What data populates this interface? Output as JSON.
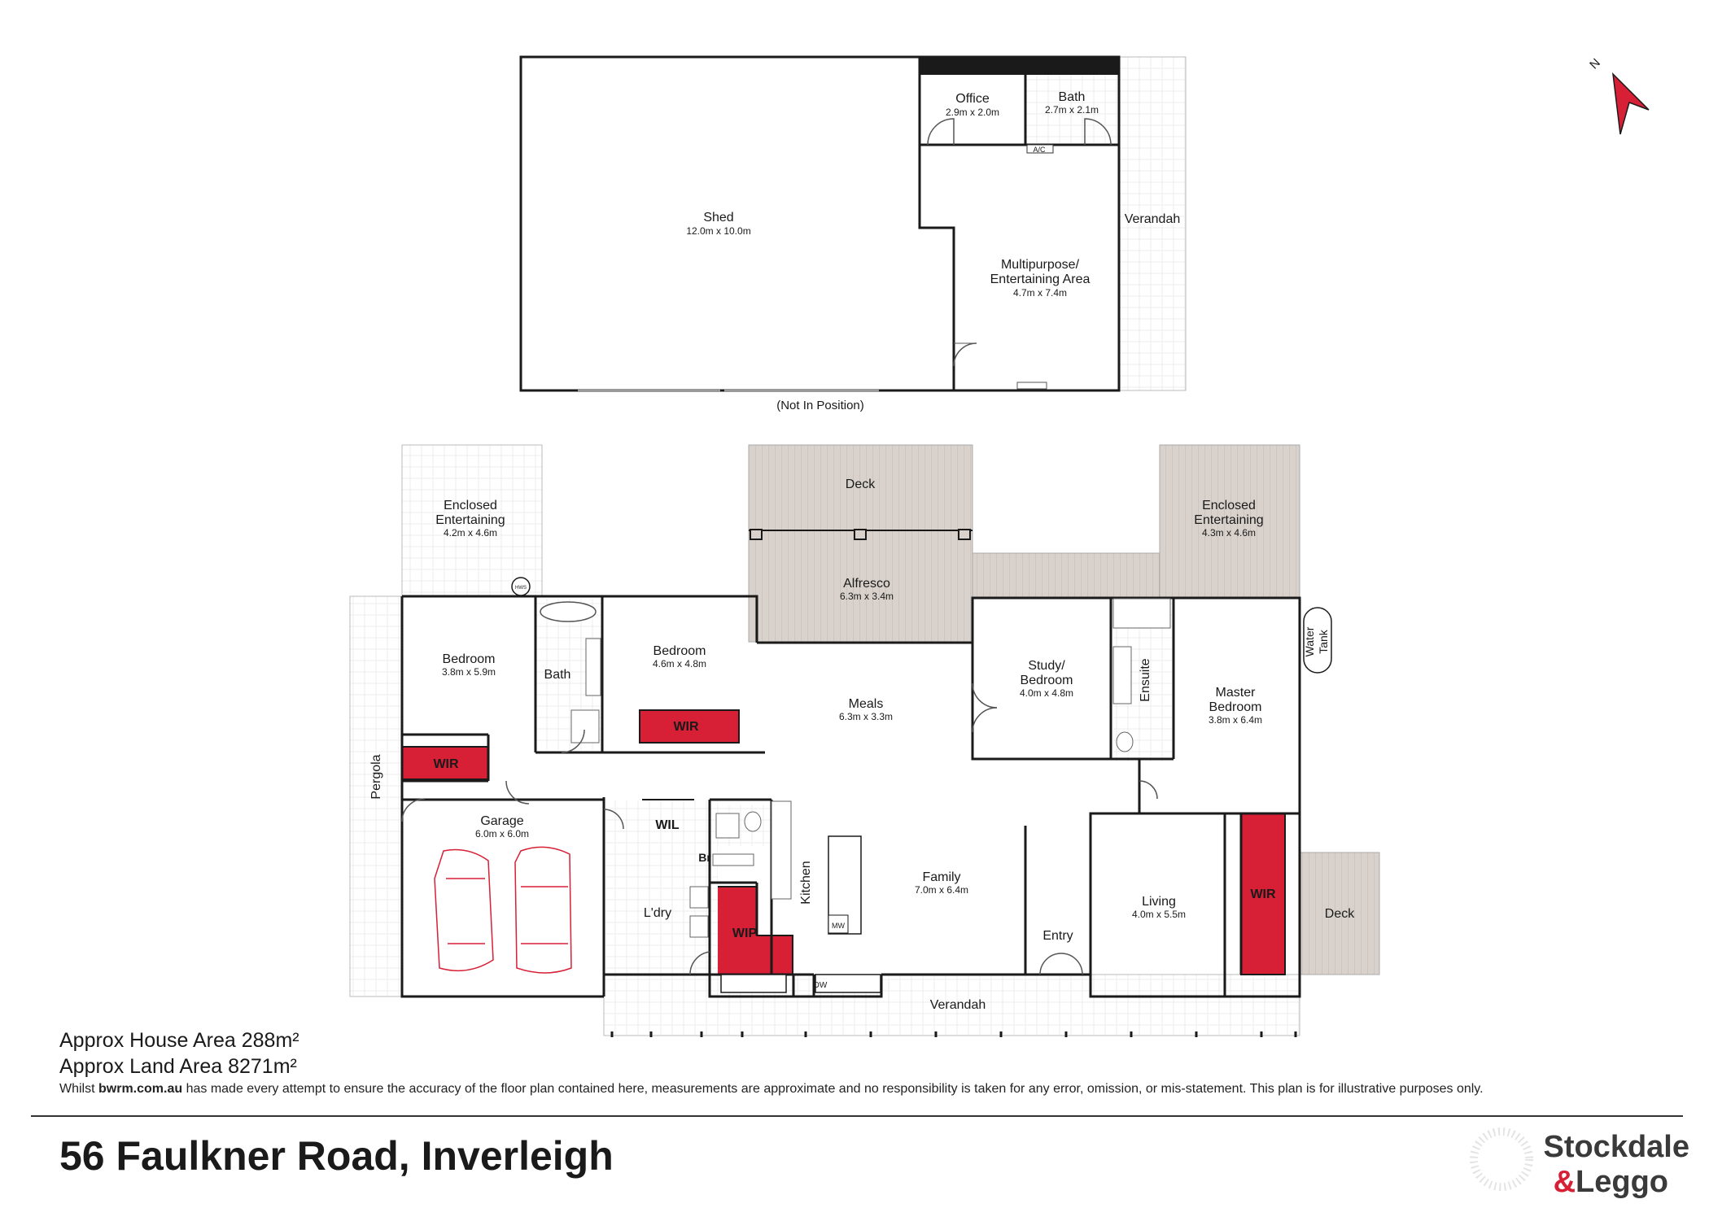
{
  "plan": {
    "not_in_position": "(Not In Position)",
    "north_label": "N",
    "rooms": {
      "shed": {
        "name": "Shed",
        "dim": "12.0m x 10.0m"
      },
      "office": {
        "name": "Office",
        "dim": "2.9m x 2.0m"
      },
      "shed_bath": {
        "name": "Bath",
        "dim": "2.7m x 2.1m"
      },
      "ac": {
        "name": "A/C"
      },
      "shed_verandah": {
        "name": "Verandah"
      },
      "multipurpose": {
        "line1": "Multipurpose/",
        "line2": "Entertaining Area",
        "dim": "4.7m x 7.4m"
      },
      "enclosed_left": {
        "line1": "Enclosed",
        "line2": "Entertaining",
        "dim": "4.2m x 4.6m"
      },
      "enclosed_right": {
        "line1": "Enclosed",
        "line2": "Entertaining",
        "dim": "4.3m x 4.6m"
      },
      "hws": {
        "name": "HWS"
      },
      "deck_top": {
        "name": "Deck"
      },
      "alfresco": {
        "name": "Alfresco",
        "dim": "6.3m x 3.4m"
      },
      "pergola": {
        "name": "Pergola"
      },
      "bedroom_left": {
        "name": "Bedroom",
        "dim": "3.8m x 5.9m"
      },
      "bath": {
        "name": "Bath"
      },
      "bedroom_mid": {
        "name": "Bedroom",
        "dim": "4.6m x 4.8m"
      },
      "wir_left": {
        "name": "WIR"
      },
      "wir_mid": {
        "name": "WIR"
      },
      "wir_right": {
        "name": "WIR"
      },
      "meals": {
        "name": "Meals",
        "dim": "6.3m x 3.3m"
      },
      "study": {
        "line1": "Study/",
        "line2": "Bedroom",
        "dim": "4.0m x 4.8m"
      },
      "ensuite": {
        "name": "Ensuite"
      },
      "master": {
        "line1": "Master",
        "line2": "Bedroom",
        "dim": "3.8m x 6.4m"
      },
      "water_tank": {
        "line1": "Water",
        "line2": "Tank"
      },
      "garage": {
        "name": "Garage",
        "dim": "6.0m x 6.0m"
      },
      "wil": {
        "name": "WIL"
      },
      "br": {
        "name": "Br"
      },
      "ldry": {
        "name": "L'dry"
      },
      "wip": {
        "name": "WIP"
      },
      "kitchen": {
        "name": "Kitchen"
      },
      "mw": {
        "name": "MW"
      },
      "dw": {
        "name": "DW"
      },
      "family": {
        "name": "Family",
        "dim": "7.0m x 6.4m"
      },
      "entry": {
        "name": "Entry"
      },
      "living": {
        "name": "Living",
        "dim": "4.0m x 5.5m"
      },
      "deck_right": {
        "name": "Deck"
      },
      "verandah": {
        "name": "Verandah"
      }
    },
    "colors": {
      "wall": "#1a1a1a",
      "wardrobe": "#d71f36",
      "deck": "#d9d2cc",
      "accent": "#d71f36"
    }
  },
  "areas": {
    "house": "Approx House Area 288m²",
    "land": "Approx Land Area 8271m²"
  },
  "disclaimer": {
    "prefix": "Whilst ",
    "site": "bwrm.com.au",
    "suffix": " has made every attempt to ensure the accuracy of the floor plan contained here, measurements are approximate and no responsibility is taken for any error, omission, or mis-statement. This plan is for illustrative purposes only."
  },
  "address": "56 Faulkner Road, Inverleigh",
  "brand": {
    "line1": "Stockdale",
    "line2": "&Leggo"
  }
}
